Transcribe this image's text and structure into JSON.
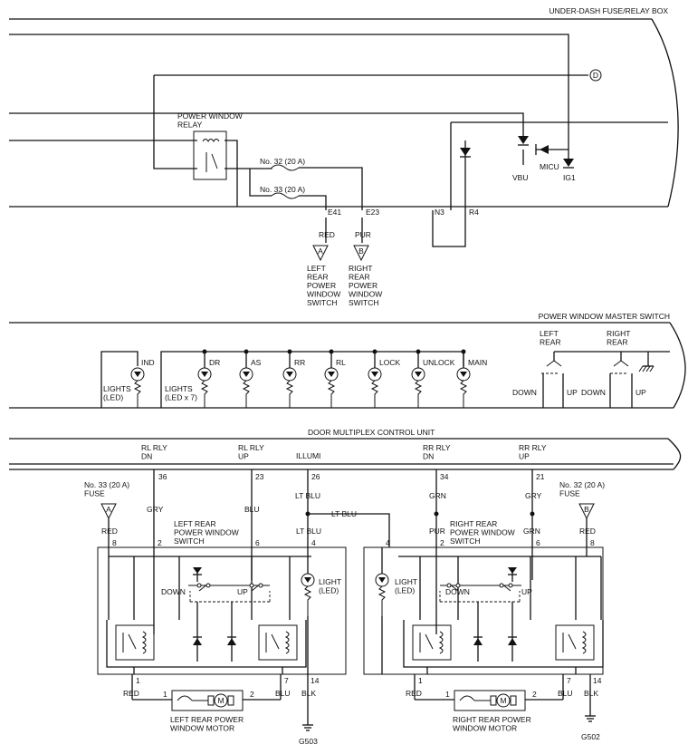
{
  "fuse_box": {
    "title": "UNDER-DASH FUSE/RELAY BOX",
    "relay": "POWER WINDOW\nRELAY",
    "fuse32": "No. 32 (20 A)",
    "fuse33": "No. 33 (20 A)",
    "micu": "MICU",
    "vbu": "VBU",
    "ig1": "IG1",
    "conn_d": "D",
    "terminals": [
      "E41",
      "E23",
      "N3",
      "R4"
    ]
  },
  "upper_refs": {
    "left": {
      "wire": "RED",
      "badge": "A",
      "label": "LEFT\nREAR\nPOWER\nWINDOW\nSWITCH"
    },
    "right": {
      "wire": "PUR",
      "badge": "B",
      "label": "RIGHT\nREAR\nPOWER\nWINDOW\nSWITCH"
    }
  },
  "master": {
    "title": "POWER WINDOW MASTER SWITCH",
    "lights1": "LIGHTS\n(LED)",
    "ind": "IND",
    "lights7": "LIGHTS\n(LED x 7)",
    "leds": [
      "DR",
      "AS",
      "RR",
      "RL",
      "LOCK",
      "UNLOCK",
      "MAIN"
    ],
    "left_rear": "LEFT\nREAR",
    "right_rear": "RIGHT\nREAR",
    "down": "DOWN",
    "up": "UP"
  },
  "dmcu": {
    "title": "DOOR MULTIPLEX CONTROL UNIT",
    "pins": [
      {
        "label": "RL RLY\nDN",
        "num": "36"
      },
      {
        "label": "RL RLY\nUP",
        "num": "23"
      },
      {
        "label": "ILLUMI",
        "num": "26"
      },
      {
        "label": "RR RLY\nDN",
        "num": "34"
      },
      {
        "label": "RR RLY\nUP",
        "num": "21"
      }
    ]
  },
  "lower": {
    "fuse33_ref": "No. 33 (20 A)\nFUSE",
    "fuse32_ref": "No. 32 (20 A)\nFUSE",
    "badge_a": "A",
    "badge_b": "B",
    "lt_blu": "LT BLU",
    "left_switch": {
      "title": "LEFT REAR\nPOWER WINDOW\nSWITCH",
      "light": "LIGHT\n(LED)",
      "wire_top": [
        "RED",
        "GRY",
        "BLU",
        "LT BLU"
      ],
      "pin_top": [
        "8",
        "2",
        "6",
        "4"
      ],
      "pin_bot": [
        "1",
        "7",
        "14"
      ],
      "wire_bot": [
        "RED",
        "BLU",
        "BLK"
      ],
      "motor": "LEFT REAR POWER\nWINDOW MOTOR",
      "motor_pins": [
        "1",
        "2"
      ],
      "ground": "G503"
    },
    "right_switch": {
      "title": "RIGHT REAR\nPOWER WINDOW\nSWITCH",
      "light": "LIGHT\n(LED)",
      "wire_top": [
        "PUR",
        "GRN",
        "RED"
      ],
      "pin_top": [
        "4",
        "2",
        "6",
        "8"
      ],
      "pin_bot": [
        "1",
        "7",
        "14"
      ],
      "wire_bot": [
        "RED",
        "BLU",
        "BLK"
      ],
      "motor": "RIGHT REAR POWER\nWINDOW MOTOR",
      "motor_pins": [
        "1",
        "2"
      ],
      "ground": "G502"
    },
    "gry": "GRY",
    "blu": "BLU",
    "grn": "GRN",
    "down": "DOWN",
    "up": "UP",
    "motor_m": "M"
  }
}
